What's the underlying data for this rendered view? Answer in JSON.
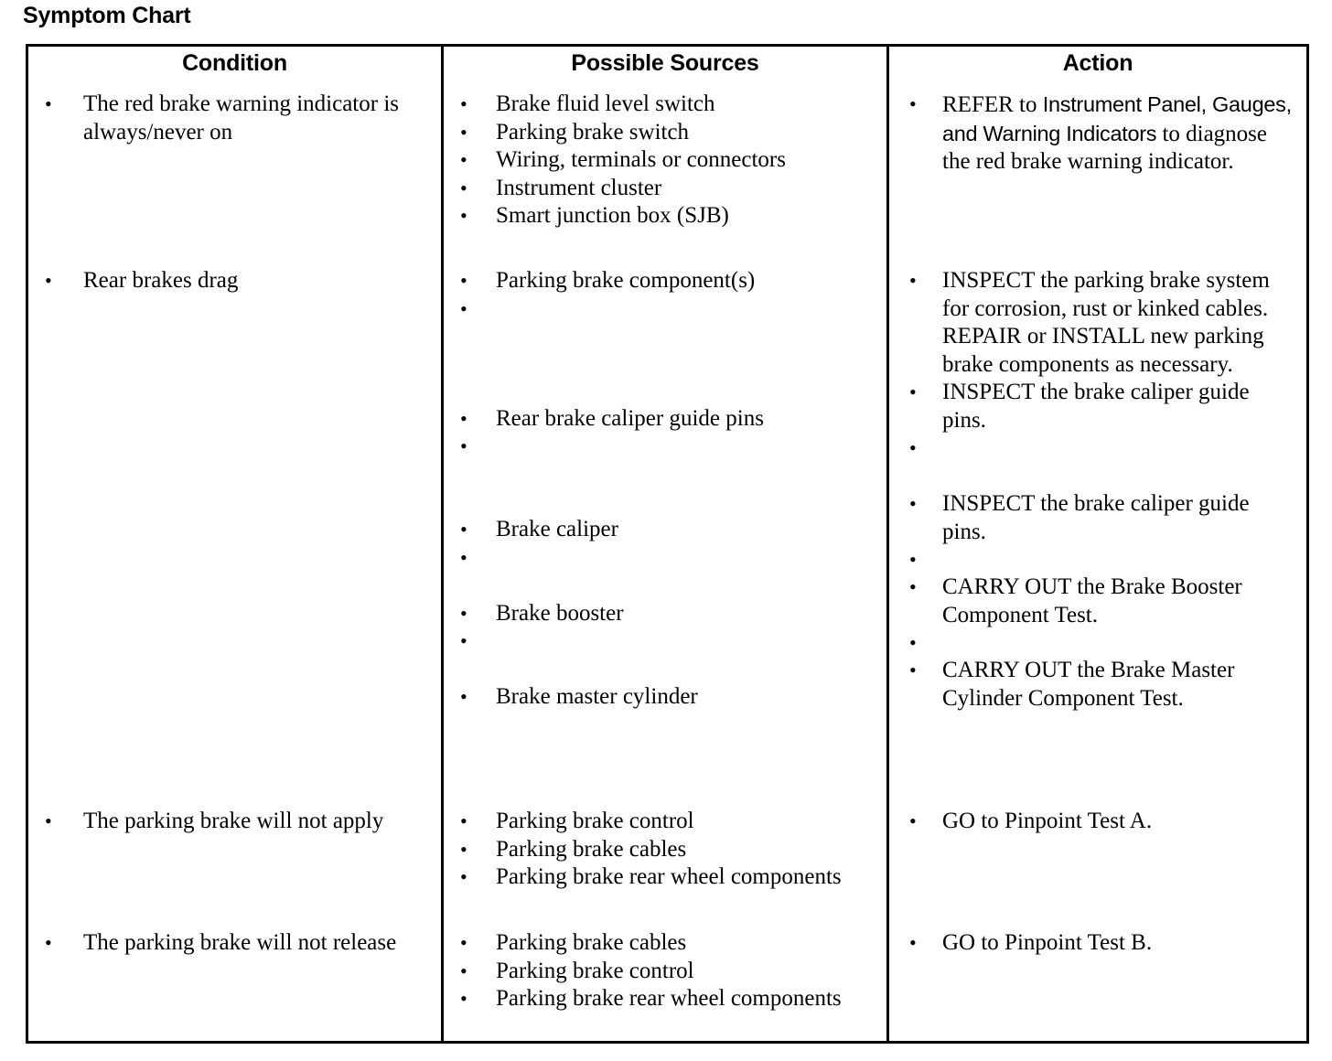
{
  "document": {
    "title": "Symptom Chart"
  },
  "table": {
    "headers": {
      "condition": "Condition",
      "possible_sources": "Possible Sources",
      "action": "Action"
    },
    "rows": [
      {
        "condition": [
          "The red brake warning indicator is always/never on"
        ],
        "possible_sources": [
          "Brake fluid level switch",
          "Parking brake switch",
          "Wiring, terminals or connectors",
          "Instrument cluster",
          "Smart junction box (SJB)"
        ],
        "actions": [
          {
            "lead": "REFER to ",
            "xref": "Instrument Panel, Gauges, and Warning Indicators",
            "tail": " to diagnose the red brake warning indicator."
          }
        ]
      },
      {
        "condition": [
          "Rear brakes drag"
        ],
        "possible_sources": [
          "Parking brake component(s)",
          "Rear brake caliper guide pins",
          "Brake caliper",
          "Brake booster",
          "Brake master cylinder"
        ],
        "actions": [
          {
            "text": "INSPECT the parking brake system for corrosion, rust or kinked cables. REPAIR or INSTALL new parking brake components as necessary."
          },
          {
            "text": "INSPECT the brake caliper guide pins."
          },
          {
            "text": "INSPECT the brake caliper guide pins."
          },
          {
            "text": "CARRY OUT the Brake Booster Component Test."
          },
          {
            "text": "CARRY OUT the Brake Master Cylinder Component Test."
          }
        ]
      },
      {
        "condition": [
          "The parking brake will not apply"
        ],
        "possible_sources": [
          "Parking brake control",
          "Parking brake cables",
          "Parking brake rear wheel components"
        ],
        "actions": [
          {
            "text": "GO to Pinpoint Test A."
          }
        ]
      },
      {
        "condition": [
          "The parking brake will not release"
        ],
        "possible_sources": [
          "Parking brake cables",
          "Parking brake control",
          "Parking brake rear wheel components"
        ],
        "actions": [
          {
            "text": "GO to Pinpoint Test B."
          }
        ]
      }
    ]
  }
}
